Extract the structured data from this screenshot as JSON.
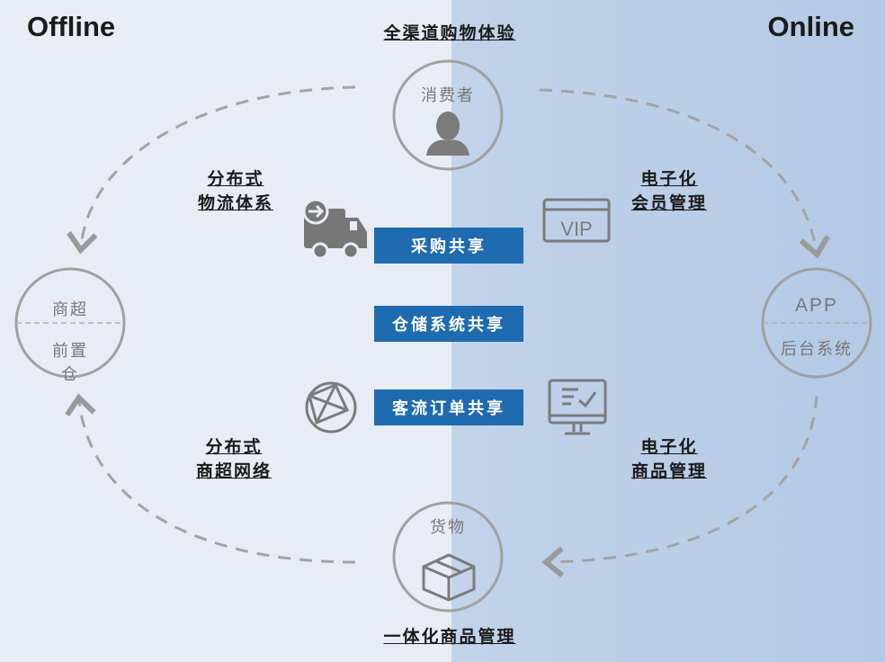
{
  "sides": {
    "offline": "Offline",
    "online": "Online"
  },
  "top_label": "全渠道购物体验",
  "bottom_label": "一体化商品管理",
  "nodes": {
    "consumer": "消费者",
    "goods": "货物",
    "store_top": "商超",
    "store_bottom1": "前置",
    "store_bottom2": "仓",
    "app_top": "APP",
    "app_bottom": "后台系统"
  },
  "labels": {
    "logistics": [
      "分布式",
      "物流体系"
    ],
    "membership": [
      "电子化",
      "会员管理"
    ],
    "network": [
      "分布式",
      "商超网络"
    ],
    "product": [
      "电子化",
      "商品管理"
    ]
  },
  "shares": [
    "采购共享",
    "仓储系统共享",
    "客流订单共享"
  ],
  "icons": {
    "vip_text": "VIP"
  },
  "colors": {
    "left_bg": "#e8edf5",
    "right_bg": "#b8cde6",
    "accent": "#1f6bb0",
    "gray": "#9a9a9a"
  }
}
